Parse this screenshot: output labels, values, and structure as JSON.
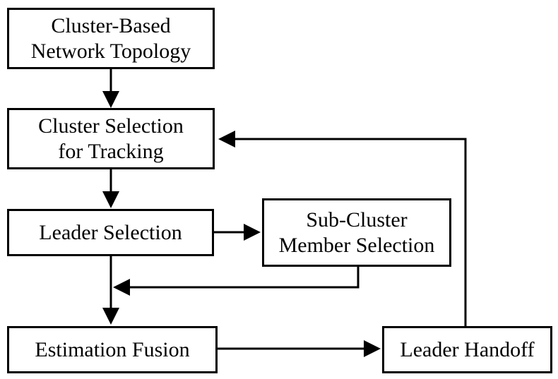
{
  "diagram": {
    "nodes": {
      "topology": {
        "label": "Cluster-Based\nNetwork Topology"
      },
      "cluster_selection": {
        "label": "Cluster Selection\nfor Tracking"
      },
      "leader_selection": {
        "label": "Leader Selection"
      },
      "sub_cluster": {
        "label": "Sub-Cluster\nMember Selection"
      },
      "estimation_fusion": {
        "label": "Estimation Fusion"
      },
      "leader_handoff": {
        "label": "Leader Handoff"
      }
    },
    "edges": [
      {
        "from": "topology",
        "to": "cluster_selection"
      },
      {
        "from": "cluster_selection",
        "to": "leader_selection"
      },
      {
        "from": "leader_selection",
        "to": "sub_cluster"
      },
      {
        "from": "sub_cluster",
        "to": "leader_selection_estimation_path"
      },
      {
        "from": "leader_selection",
        "to": "estimation_fusion"
      },
      {
        "from": "estimation_fusion",
        "to": "leader_handoff"
      },
      {
        "from": "leader_handoff",
        "to": "cluster_selection"
      }
    ],
    "colors": {
      "stroke": "#000000",
      "background": "#ffffff"
    }
  }
}
